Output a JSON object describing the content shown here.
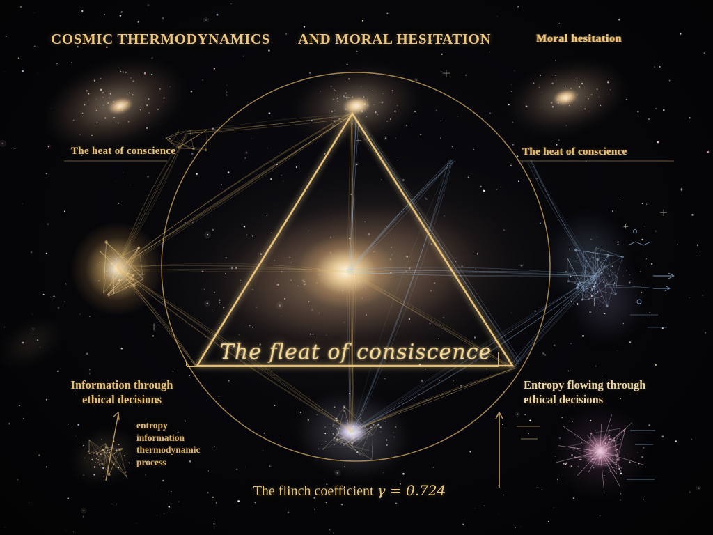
{
  "scene": {
    "background": "#060609",
    "accent_gold": "#e4c07a",
    "accent_blue": "#a9c9ee",
    "accent_pink": "#e9b4d0"
  },
  "titles": {
    "left": "COSMIC THERMODYNAMICS",
    "center": "AND MORAL HESITATION",
    "right": "Moral hesitation"
  },
  "labels": {
    "heat_left": "The heat of conscience",
    "heat_right": "The heat of conscience",
    "center_script": "The fleat of consiscence",
    "info_line1": "Information through",
    "info_line2": "ethical decisions",
    "entropy_line1": "Entropy flowing through",
    "entropy_line2": "ethical decisions",
    "note_lines": [
      "entropy",
      "information",
      "thermodynamic",
      "process"
    ],
    "equation": {
      "label": "The flinch coefficient",
      "value": "γ = 0.724"
    }
  }
}
